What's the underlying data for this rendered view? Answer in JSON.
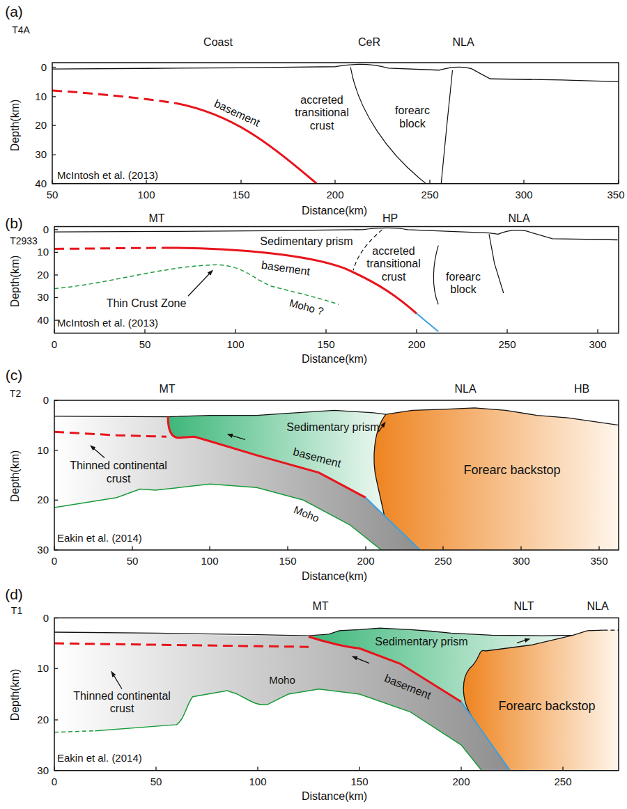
{
  "diagram": {
    "labels": [
      "(a)",
      "T4A",
      "Coast",
      "CeR",
      "NLA",
      "Depth(km)",
      "0",
      "10",
      "20",
      "30",
      "40",
      "accreted transitional crust",
      "forearc block",
      "basement",
      "McIntosh et al. (2013)",
      "50",
      "100",
      "150",
      "200",
      "250",
      "300",
      "350",
      "Distance(km)",
      "(b)",
      "T2933",
      "MT",
      "HP",
      "NLA",
      "Depth(km)",
      "0",
      "10",
      "20",
      "30",
      "40",
      "Sedimentary prism",
      "basement",
      "accreted transitional crust",
      "forearc block",
      "Thin Crust Zone",
      "Moho ?",
      "McIntosh et al. (2013)",
      "0",
      "50",
      "100",
      "150",
      "200",
      "250",
      "300",
      "Distance(km)",
      "(c)",
      "T2",
      "MT",
      "NLA",
      "HB",
      "Depth(km)",
      "0",
      "10",
      "20",
      "30",
      "Sedimentary prism",
      "basement",
      "Forearc backstop",
      "Thinned continental crust",
      "Moho",
      "Eakin et al. (2014)",
      "0",
      "50",
      "100",
      "150",
      "200",
      "250",
      "300",
      "350",
      "Distance(km)",
      "(d)",
      "T1",
      "MT",
      "NLT",
      "NLA",
      "Depth(km)",
      "0",
      "10",
      "20",
      "30",
      "Sedimentary prism",
      "basement",
      "Forearc backstop",
      "Thinned continental crust",
      "Moho",
      "Eakin et al. (2014)",
      "0",
      "50",
      "100",
      "150",
      "200",
      "250",
      "Distance(km)"
    ]
  }
}
